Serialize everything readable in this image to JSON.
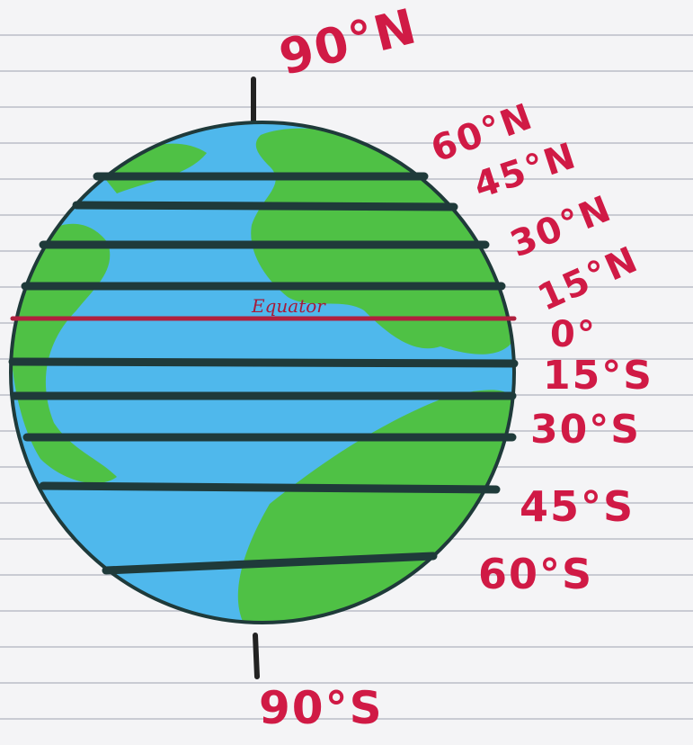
{
  "labels": {
    "north_pole": "90°N",
    "south_pole": "90°S",
    "lat_60n": "60°N",
    "lat_45n": "45°N",
    "lat_30n": "30°N",
    "lat_15n": "15°N",
    "lat_0": "0°",
    "lat_15s": "15°S",
    "lat_30s": "30°S",
    "lat_45s": "45°S",
    "lat_60s": "60°S",
    "equator": "Equator"
  },
  "colors": {
    "ink_red": "#d01a45",
    "ocean": "#4fb8ec",
    "land": "#4fc145",
    "latitude_line": "#1f3a3a",
    "equator_line": "#b0203e",
    "axis": "#222222",
    "paper_rule": "#c9cbd3"
  }
}
